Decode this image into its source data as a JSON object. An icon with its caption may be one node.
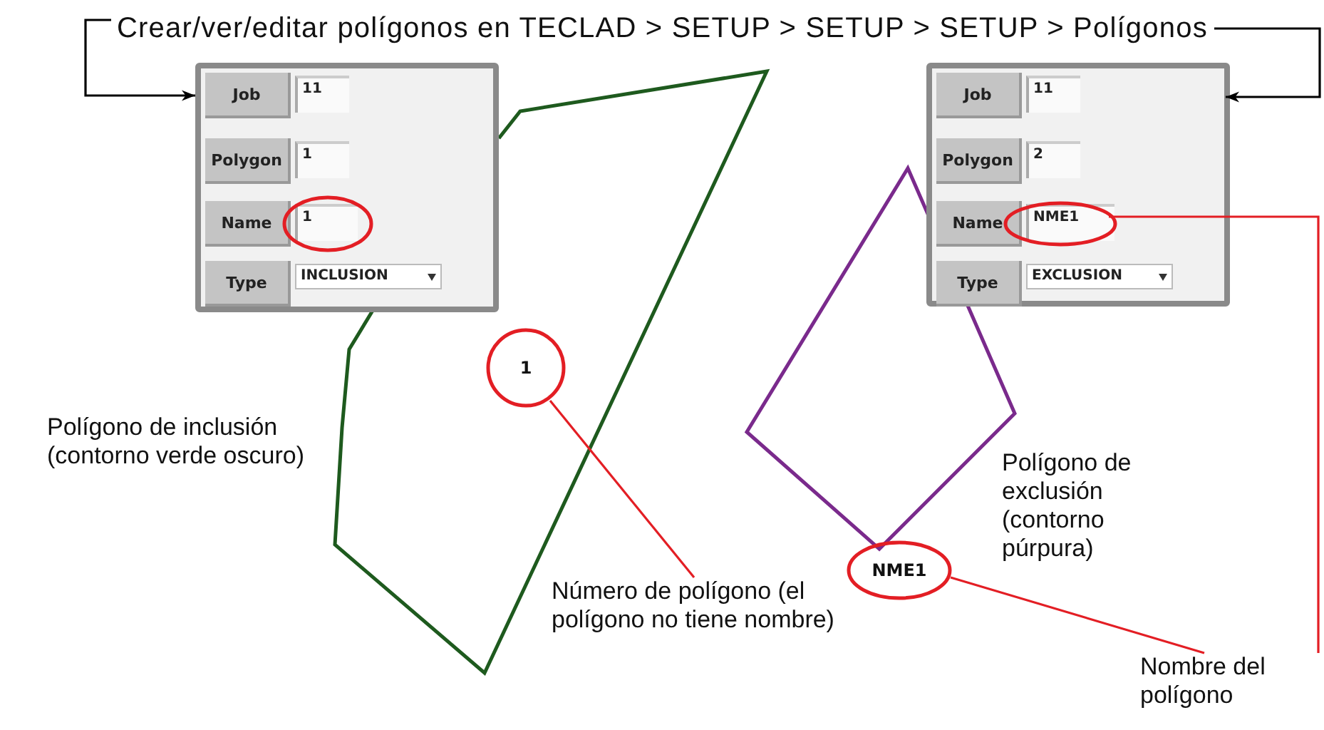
{
  "diagram": {
    "nodes": [
      {
        "text": [
          "Crear/ver/editar polígonos en TECLAD > SETUP > SETUP > SETUP > Polígonos"
        ]
      },
      {
        "text": [],
        "shape": "box"
      },
      {
        "text": [
          "Job"
        ],
        "in": 1
      },
      {
        "text": [
          "11"
        ],
        "in": 1
      },
      {
        "text": [
          "Polygon"
        ],
        "in": 1
      },
      {
        "text": [
          "1"
        ],
        "in": 1
      },
      {
        "text": [
          "Name"
        ],
        "in": 1
      },
      {
        "text": [
          "1"
        ],
        "in": 1
      },
      {
        "text": [
          "Type"
        ],
        "in": 1
      },
      {
        "text": [
          "INCLUSION"
        ],
        "in": 1
      },
      {
        "text": [],
        "shape": "box"
      },
      {
        "text": [
          "Job"
        ],
        "in": 10
      },
      {
        "text": [
          "11"
        ],
        "in": 10
      },
      {
        "text": [
          "Polygon"
        ],
        "in": 10
      },
      {
        "text": [
          "2"
        ],
        "in": 10
      },
      {
        "text": [
          "Name"
        ],
        "in": 10
      },
      {
        "text": [
          "NME1"
        ],
        "in": 10
      },
      {
        "text": [
          "Type"
        ],
        "in": 10
      },
      {
        "text": [
          "EXCLUSION"
        ],
        "in": 10
      },
      {
        "text": [
          "1"
        ]
      },
      {
        "text": [
          "NME1"
        ]
      },
      {
        "text": [
          "Número de polígono (el polígono no tiene nombre)"
        ]
      },
      {
        "text": [
          "Nombre del polígono"
        ]
      }
    ],
    "edges": [
      {
        "from": 0,
        "to": 1,
        "arrow": "to",
        "color": "#000000"
      },
      {
        "from": 0,
        "to": 10,
        "arrow": "to",
        "color": "#000000"
      },
      {
        "from": 19,
        "to": 21,
        "arrow": "none"
      },
      {
        "from": 20,
        "to": 22,
        "arrow": "none"
      },
      {
        "from": 16,
        "to": 22,
        "arrow": "none"
      }
    ],
    "labels": [
      "Polígono de inclusión (contorno verde oscuro)",
      "Polígono de exclusión (contorno púrpura)"
    ]
  }
}
